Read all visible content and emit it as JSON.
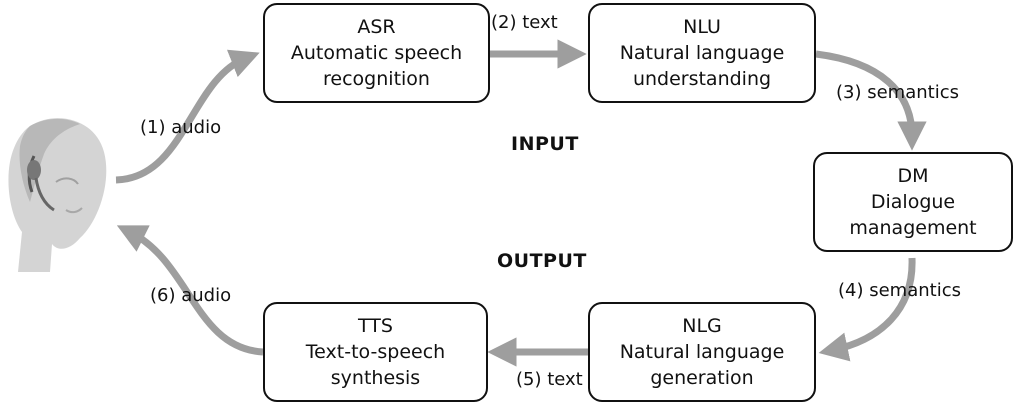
{
  "boxes": {
    "asr": {
      "abbr": "ASR",
      "line1": "Automatic speech",
      "line2": "recognition"
    },
    "nlu": {
      "abbr": "NLU",
      "line1": "Natural language",
      "line2": "understanding"
    },
    "dm": {
      "abbr": "DM",
      "line1": "Dialogue",
      "line2": "management"
    },
    "nlg": {
      "abbr": "NLG",
      "line1": "Natural language",
      "line2": "generation"
    },
    "tts": {
      "abbr": "TTS",
      "line1": "Text-to-speech",
      "line2": "synthesis"
    }
  },
  "labels": {
    "step1": "(1) audio",
    "step2": "(2) text",
    "step3": "(3) semantics",
    "step4": "(4) semantics",
    "step5": "(5) text",
    "step6": "(6) audio"
  },
  "sections": {
    "input": "INPUT",
    "output": "OUTPUT"
  },
  "colors": {
    "arrow": "#9e9e9e",
    "border": "#111111",
    "face": "#c8c8c8"
  },
  "icons": {
    "user": "user-headset-icon"
  }
}
